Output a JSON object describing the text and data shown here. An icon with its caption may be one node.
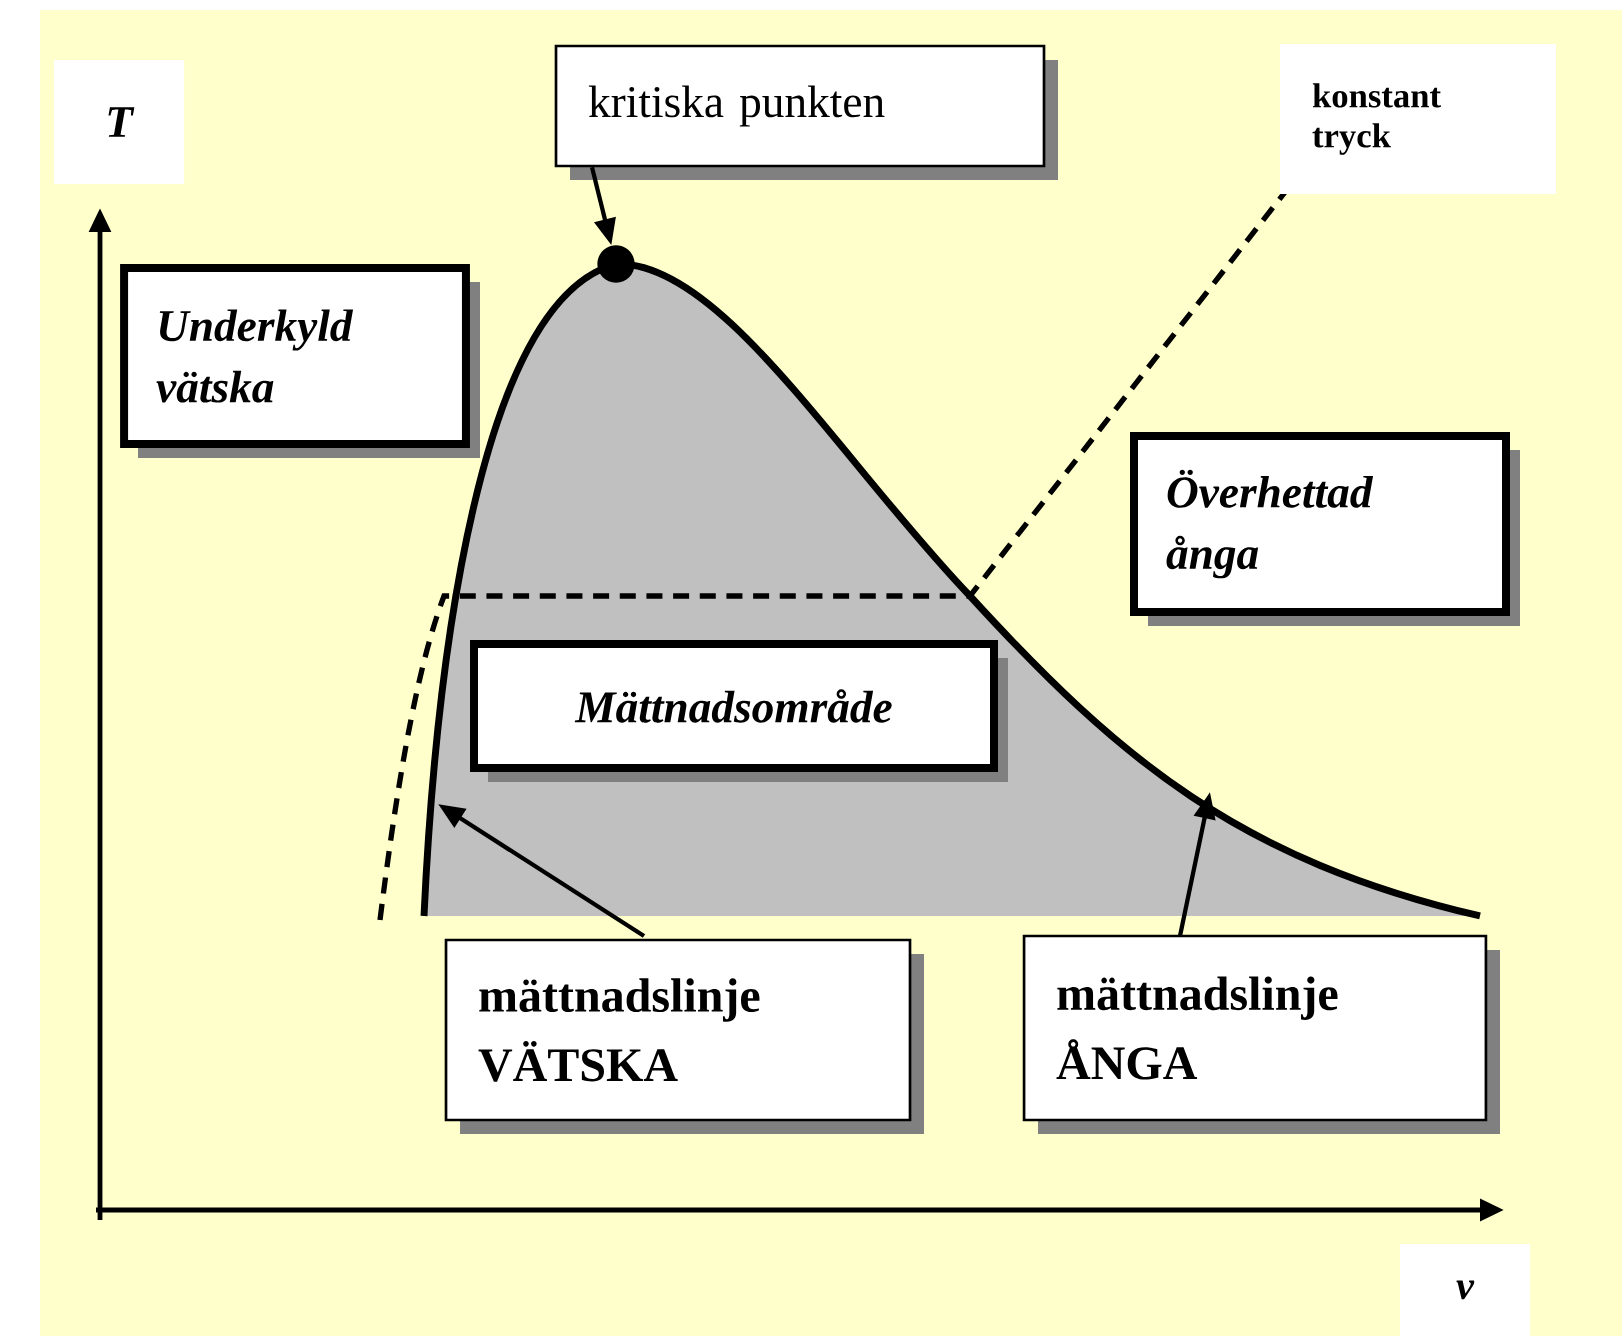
{
  "diagram": {
    "nodes": [
      {
        "text": [
          "T"
        ]
      },
      {
        "text": [
          "kritiska punkten"
        ]
      },
      {
        "text": [
          "konstant tryck"
        ]
      },
      {
        "text": [
          "Underkyld vätska"
        ]
      },
      {
        "text": [
          "Överhettad ånga"
        ]
      },
      {
        "text": [
          "Mättnadsområde"
        ]
      },
      {
        "text": [
          "mättnadslinje VÄTSKA"
        ]
      },
      {
        "text": [
          "mättnadslinje ÅNGA"
        ]
      },
      {
        "text": [
          "v"
        ]
      },
      {
        "text": [],
        "shape": "circle"
      }
    ],
    "edges": [
      {
        "from": 1,
        "to": 9,
        "arrow": "to"
      },
      {
        "from": 6,
        "to": null,
        "arrow": "to"
      },
      {
        "from": 7,
        "to": null,
        "arrow": "to"
      }
    ]
  }
}
